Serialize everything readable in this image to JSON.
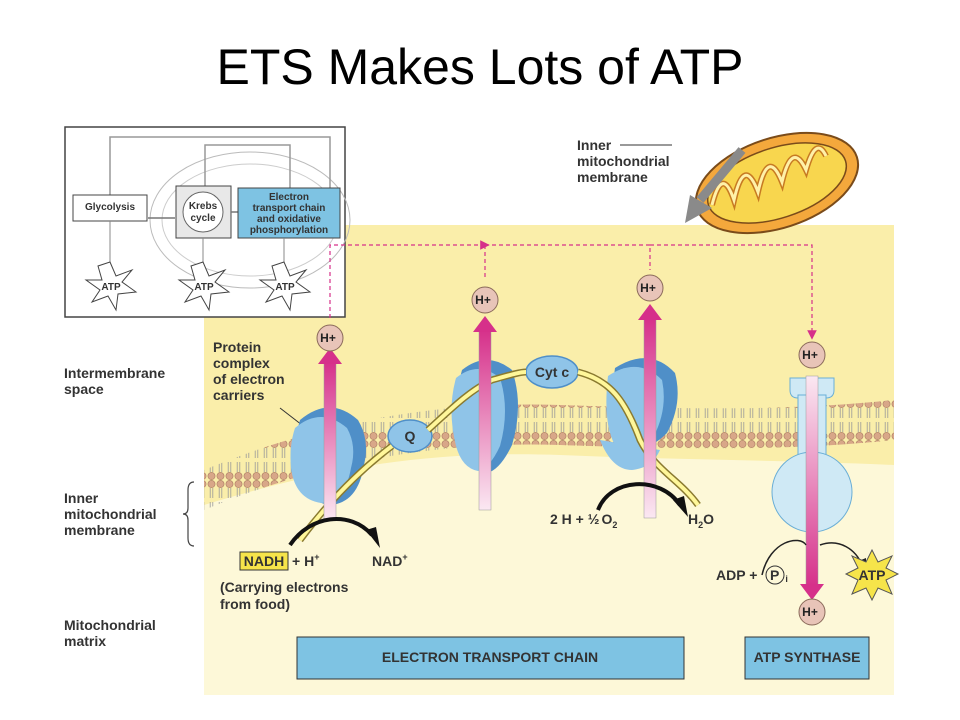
{
  "title": "ETS Makes Lots of ATP",
  "inset": {
    "glycolysis": "Glycolysis",
    "krebs_line1": "Krebs",
    "krebs_line2": "cycle",
    "etc_line1": "Electron",
    "etc_line2": "transport chain",
    "etc_line3": "and oxidative",
    "etc_line4": "phosphorylation",
    "atp": "ATP"
  },
  "labels": {
    "inner_membrane_top": [
      "Inner",
      "mitochondrial",
      "membrane"
    ],
    "intermembrane_space": [
      "Intermembrane",
      "space"
    ],
    "inner_membrane_side": [
      "Inner",
      "mitochondrial",
      "membrane"
    ],
    "matrix": [
      "Mitochondrial",
      "matrix"
    ],
    "protein_complex": [
      "Protein",
      "complex",
      "of electron",
      "carriers"
    ],
    "q": "Q",
    "cyt_c": "Cyt c",
    "h_plus": "H+",
    "nadh": "NADH",
    "plus_h": "+ H",
    "nad_plus": "NAD",
    "carrying": [
      "(Carrying electrons",
      "from food)"
    ],
    "two_h": "2 H + ",
    "half": "½",
    "o2": "O",
    "h2o": "H",
    "h2o_o": "O",
    "adp": "ADP +",
    "pi": "P",
    "i": "i",
    "atp": "ATP",
    "etc_box": "ELECTRON TRANSPORT CHAIN",
    "synthase_box": "ATP SYNTHASE"
  },
  "colors": {
    "yellow_bg": "#faeeaa",
    "light_yellow": "#fdf8d8",
    "protein": "#8fc4e8",
    "protein_dark": "#4f8fc8",
    "arrow_pink": "#d6308a",
    "h_bubble": "#e8c4b8",
    "box_blue": "#7ec3e3",
    "lipid_head": "#d7a98a"
  }
}
